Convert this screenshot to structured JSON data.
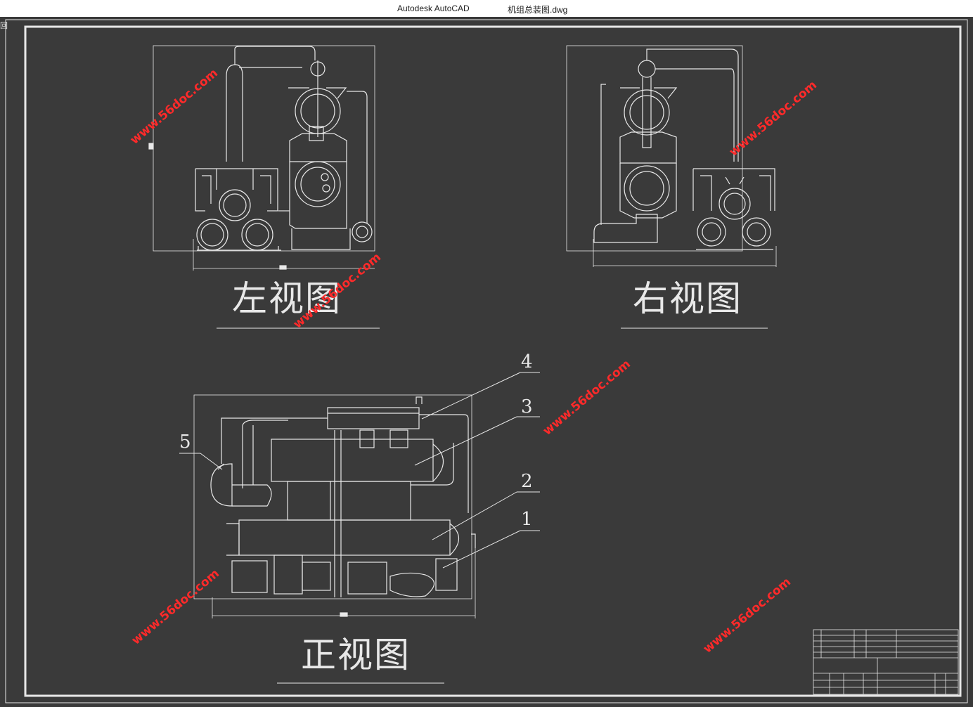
{
  "window": {
    "app_title": "Autodesk AutoCAD",
    "file_name": "机组总装图.dwg",
    "corner_glyph": "回"
  },
  "views": {
    "left": "左视图",
    "right": "右视图",
    "front": "正视图"
  },
  "part_labels": [
    "4",
    "3",
    "5",
    "2",
    "1"
  ],
  "watermark": "www.56doc.com",
  "colors": {
    "background": "#3a3a3a",
    "line": "#e8e8e8",
    "watermark": "#ff2a2a"
  }
}
